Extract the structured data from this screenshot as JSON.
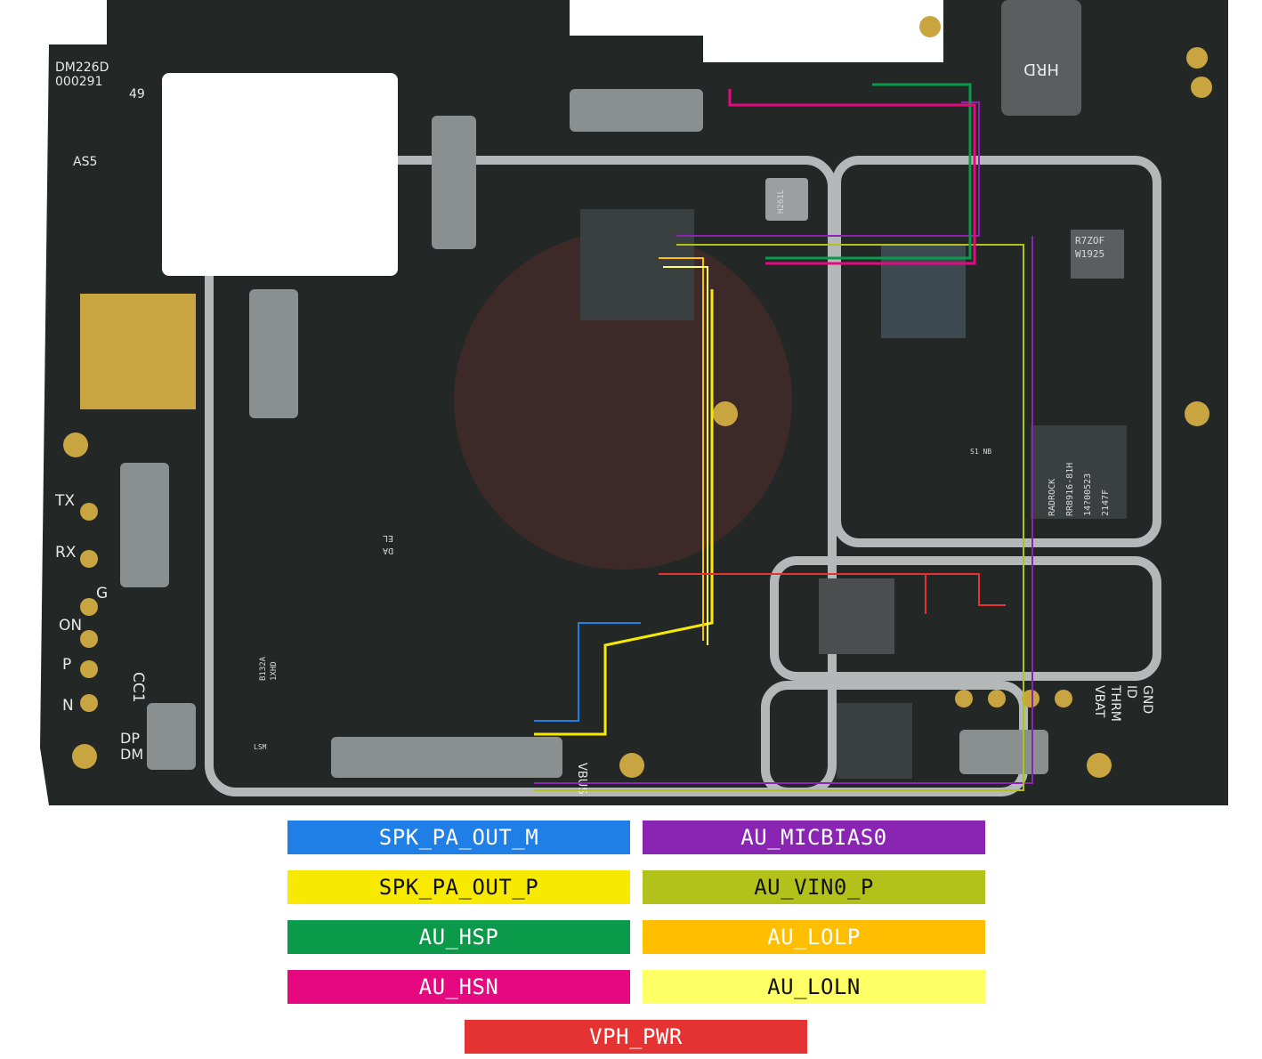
{
  "board": {
    "silkscreen": {
      "code1": "DM226D",
      "code2": "000291",
      "num": "49",
      "as5": "AS5",
      "tx": "TX",
      "rx": "RX",
      "g": "G",
      "on": "ON",
      "p": "P",
      "n": "N",
      "cc1": "CC1",
      "dp": "DP",
      "dm": "DM",
      "vbus": "VBUS",
      "gnd": "GND",
      "id": "ID",
      "thrm": "THRM",
      "vbat": "VBAT",
      "hrd": "HRD"
    },
    "chips": {
      "c1": "R7ZOF",
      "c2": "W1925",
      "c3": "RADROCK",
      "c4": "RR8916-81H",
      "c5": "14?00523",
      "c6": "2147F",
      "c7": "H261L",
      "c8": "B132A",
      "c9": "1XHD",
      "c10": "EL",
      "c11": "DA",
      "c12": "LSM",
      "c13": "S1 NB"
    }
  },
  "legend": [
    {
      "label": "SPK_PA_OUT_M",
      "bg": "#1f7fe6",
      "fg": "#ffffff"
    },
    {
      "label": "AU_MICBIAS0",
      "bg": "#8a25b3",
      "fg": "#ffffff"
    },
    {
      "label": "SPK_PA_OUT_P",
      "bg": "#f7ea00",
      "fg": "#111111"
    },
    {
      "label": "AU_VIN0_P",
      "bg": "#b3c21a",
      "fg": "#111111"
    },
    {
      "label": "AU_HSP",
      "bg": "#0a9a4a",
      "fg": "#ffffff"
    },
    {
      "label": "AU_LOLP",
      "bg": "#ffbf00",
      "fg": "#ffffff"
    },
    {
      "label": "AU_HSN",
      "bg": "#e6087f",
      "fg": "#ffffff"
    },
    {
      "label": "AU_LOLN",
      "bg": "#ffff66",
      "fg": "#111111"
    },
    {
      "label": "VPH_PWR",
      "bg": "#e53333",
      "fg": "#ffffff"
    }
  ]
}
